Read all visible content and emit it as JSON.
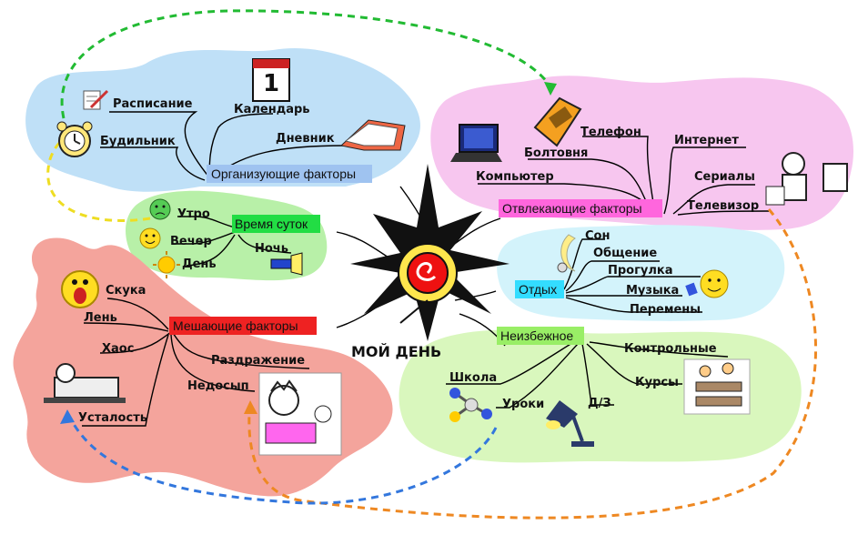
{
  "center": {
    "title": "МОЙ ДЕНЬ"
  },
  "branches": {
    "organizing": {
      "title": "Организующие факторы",
      "color": "#9fc3f0",
      "items": {
        "schedule": "Расписание",
        "calendar": "Календарь",
        "alarm": "Будильник",
        "diary": "Дневник"
      },
      "calendar_icon_text": "1"
    },
    "distracting": {
      "title": "Отвлекающие факторы",
      "color": "#ff66dd",
      "items": {
        "phone": "Телефон",
        "chatter": "Болтовня",
        "internet": "Интернет",
        "computer": "Компьютер",
        "series": "Сериалы",
        "tv": "Телевизор"
      }
    },
    "daytime": {
      "title": "Время суток",
      "color": "#22dd44",
      "items": {
        "morning": "Утро",
        "evening": "Вечер",
        "night": "Ночь",
        "day": "День"
      }
    },
    "rest": {
      "title": "Отдых",
      "color": "#33ddff",
      "items": {
        "sleep": "Сон",
        "communication": "Общение",
        "walk": "Прогулка",
        "music": "Музыка",
        "breaks": "Перемены"
      }
    },
    "hindering": {
      "title": "Мешающие факторы",
      "color": "#ee2222",
      "items": {
        "boredom": "Скука",
        "laziness": "Лень",
        "chaos": "Хаос",
        "irritation": "Раздражение",
        "sleepless": "Недосып",
        "tiredness": "Усталость"
      }
    },
    "unavoidable": {
      "title": "Неизбежное",
      "color": "#99ee66",
      "items": {
        "school": "Школа",
        "tests": "Контрольные",
        "courses": "Курсы",
        "lessons": "Уроки",
        "homework": "Д/З"
      }
    }
  },
  "colors": {
    "blue_cloud": "#bfe0f7",
    "pink_cloud": "#f7c6ef",
    "green_cloud": "#b8f0a8",
    "cyan_cloud": "#d3f3fb",
    "red_cloud": "#f4a49c",
    "lime_cloud": "#d9f7bd",
    "arrow_green": "#22bb33",
    "arrow_yellow": "#eedd22",
    "arrow_orange": "#ee8822",
    "arrow_blue": "#3377dd"
  },
  "icons": [
    "pencil-note-icon",
    "calendar-icon",
    "alarm-clock-icon",
    "open-book-icon",
    "telephone-icon",
    "laptop-icon",
    "person-at-tv-icon",
    "sad-face-icon",
    "smiley-face-icon",
    "sun-icon",
    "flashlight-icon",
    "moon-icon",
    "music-smiley-icon",
    "yawning-face-icon",
    "sleeping-person-icon",
    "waking-person-icon",
    "molecule-icon",
    "desk-lamp-icon",
    "students-at-desks-icon",
    "spiky-clock-icon"
  ]
}
